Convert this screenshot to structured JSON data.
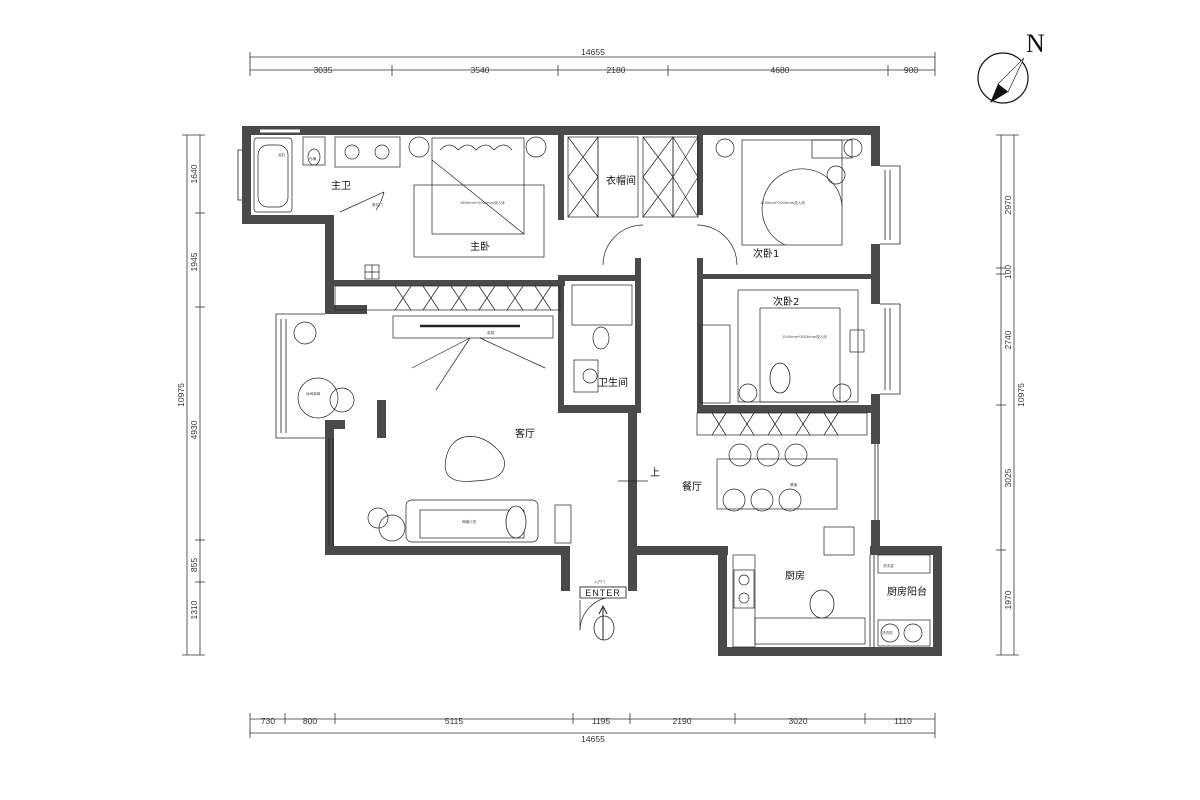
{
  "rooms": {
    "master_bath": "主卫",
    "master_bedroom": "主卧",
    "walk_in_closet": "衣帽间",
    "second_bedroom_1": "次卧1",
    "second_bedroom_2": "次卧2",
    "bathroom": "卫生间",
    "living_room": "客厅",
    "dining_room": "餐厅",
    "kitchen": "厨房",
    "kitchen_balcony": "厨房阳台"
  },
  "labels": {
    "up": "上",
    "enter": "ENTER",
    "north": "N"
  },
  "furniture_notes": {
    "master_bed": "1800mm*2000mm双人床",
    "bed_1": "1500mm*2000mm双人床",
    "bed_2": "1500mm*2000mm双人床",
    "sofa": "伸缩沙发",
    "entry_door": "入户门",
    "bathtub": "浴缸",
    "toilet": "马桶",
    "door": "推拉门",
    "tv": "电视",
    "dining_table": "餐桌",
    "leisure_chair": "休闲单椅",
    "wash_basin": "洗手盆",
    "washer": "洗衣机"
  },
  "dimensions": {
    "top_total": "14655",
    "top": [
      "3035",
      "3540",
      "2180",
      "4680",
      "900"
    ],
    "bottom_total": "14655",
    "bottom": [
      "730",
      "800",
      "5115",
      "1195",
      "2190",
      "3020",
      "1110"
    ],
    "left_total": "10975",
    "left": [
      "1640",
      "1945",
      "4930",
      "855",
      "1310"
    ],
    "right_total": "10975",
    "right": [
      "2970",
      "100",
      "2740",
      "3025",
      "1970"
    ]
  },
  "colors": {
    "wall": "#4a4a4a",
    "line": "#222222",
    "cabinet": "#555555",
    "dim": "#333333"
  }
}
